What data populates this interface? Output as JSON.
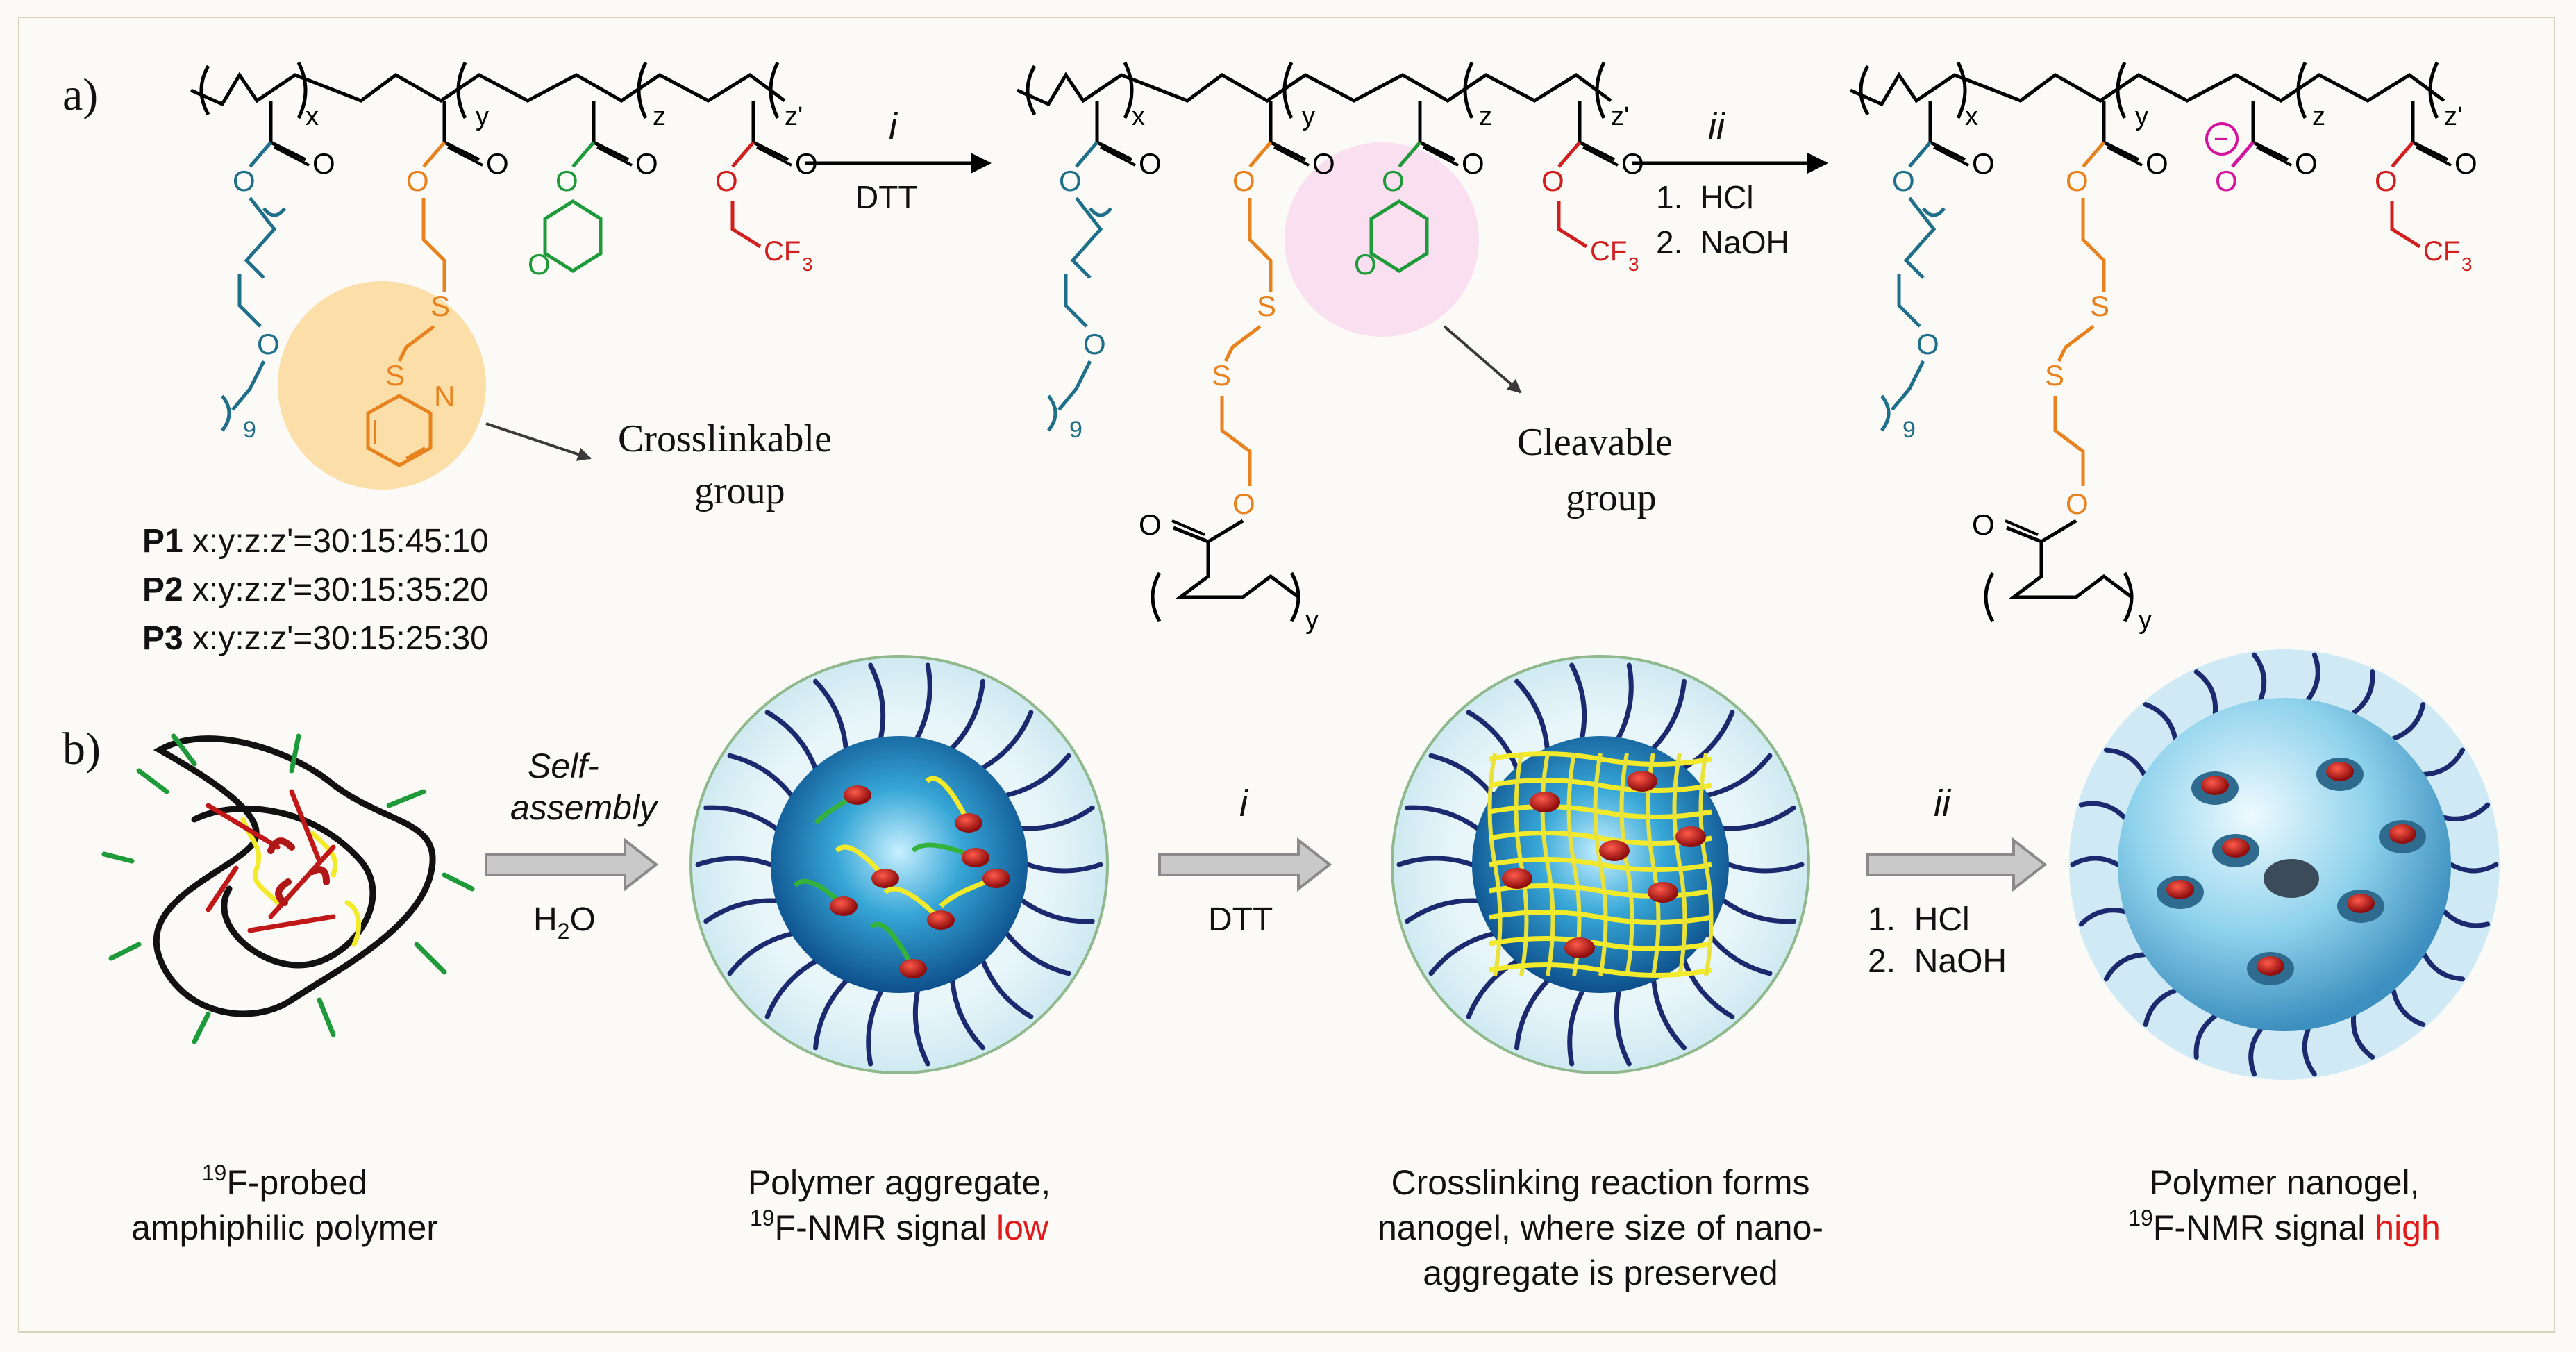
{
  "panel_labels": {
    "a": "a)",
    "b": "b)"
  },
  "scheme_a": {
    "subscripts": {
      "x": "x",
      "y": "y",
      "z": "z",
      "zp": "z'",
      "nine": "9"
    },
    "atoms": {
      "O": "O",
      "S": "S",
      "N": "N",
      "CF": "CF",
      "three": "3",
      "minus": "−"
    },
    "step_i": {
      "label": "i",
      "reagent": "DTT"
    },
    "step_ii": {
      "label": "ii",
      "line1": "1.  HCl",
      "line2": "2.  NaOH"
    },
    "crosslinkable": {
      "line1": "Crosslinkable",
      "line2": "group"
    },
    "cleavable": {
      "line1": "Cleavable",
      "line2": "group"
    },
    "ratios": [
      {
        "name": "P1",
        "ratio": " x:y:z:z'=30:15:45:10"
      },
      {
        "name": "P2",
        "ratio": " x:y:z:z'=30:15:35:20"
      },
      {
        "name": "P3",
        "ratio": " x:y:z:z'=30:15:25:30"
      }
    ]
  },
  "scheme_b": {
    "arrow1": {
      "line1": "Self-",
      "line2": "assembly",
      "reagent_main": "H",
      "reagent_sub": "2",
      "reagent_tail": "O"
    },
    "arrow2": {
      "label": "i",
      "reagent": "DTT"
    },
    "arrow3": {
      "label": "ii",
      "line1": "1.  HCl",
      "line2": "2.  NaOH"
    },
    "captions": [
      {
        "sup": "19",
        "line1_tail": "F-probed",
        "line2": "amphiphilic polymer"
      },
      {
        "line1": "Polymer aggregate,",
        "sup": "19",
        "line2_mid": "F-NMR signal ",
        "highlight": "low"
      },
      {
        "line1": "Crosslinking reaction forms",
        "line2": "nanogel, where size of nano-",
        "line3": "aggregate is preserved"
      },
      {
        "line1": "Polymer nanogel,",
        "sup": "19",
        "line2_mid": "F-NMR signal ",
        "highlight": "high"
      }
    ]
  },
  "colors": {
    "teal": "#1f6f8b",
    "orange": "#e8821e",
    "green": "#1f9a3a",
    "red": "#d11f1f",
    "magenta": "#d4159e",
    "crosslink_halo": "#fbd89a",
    "cleave_halo": "#f9dcef",
    "arrow_gray": "#9a9a9a",
    "highlight_red": "#e01b1b",
    "chain_navy": "#1b2a6e",
    "yellow": "#f2ea2a",
    "drop_red": "#b01818"
  }
}
